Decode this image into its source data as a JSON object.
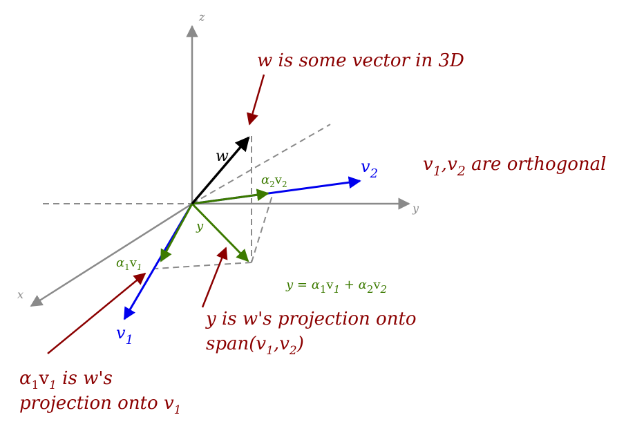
{
  "axes": {
    "x": "x",
    "y": "y",
    "z": "z"
  },
  "vectors": {
    "w": "w",
    "v1": {
      "base": "v",
      "sub": "1"
    },
    "v2": {
      "base": "v",
      "sub": "2"
    },
    "y": "y"
  },
  "components": {
    "alpha1v1": {
      "a": "α",
      "asub": "1",
      "v": "v",
      "vsub": "1"
    },
    "alpha2v2": {
      "a": "α",
      "asub": "2",
      "v": "v",
      "vsub": "2"
    }
  },
  "annotations": {
    "w_note": "w is some vector in 3D",
    "orthogonal": {
      "v1": "v",
      "s1": "1",
      "comma": ",",
      "v2": "v",
      "s2": "2",
      "rest": " are orthogonal"
    },
    "y_eq": {
      "lhs": "y = ",
      "a1": "α",
      "a1s": "1",
      "v1": "v",
      "v1s": "1",
      "plus": " + ",
      "a2": "α",
      "a2s": "2",
      "v2": "v",
      "v2s": "2"
    },
    "y_proj_line1": "y is w's projection onto",
    "y_proj_line2": {
      "pre": "span(",
      "v1": "v",
      "s1": "1",
      "comma": ",",
      "v2": "v",
      "s2": "2",
      "post": ")"
    },
    "a1v1_line1": {
      "a": "α",
      "as": "1",
      "v": "v",
      "vs": "1",
      "rest": " is w's"
    },
    "a1v1_line2": {
      "pre": "projection onto ",
      "v": "v",
      "s": "1"
    }
  },
  "colors": {
    "axis": "#8a8a8a",
    "dashed": "#8a8a8a",
    "annotation": "#8b0000",
    "projection": "#3c7a00",
    "basis": "#0000ee",
    "w": "#000000"
  }
}
